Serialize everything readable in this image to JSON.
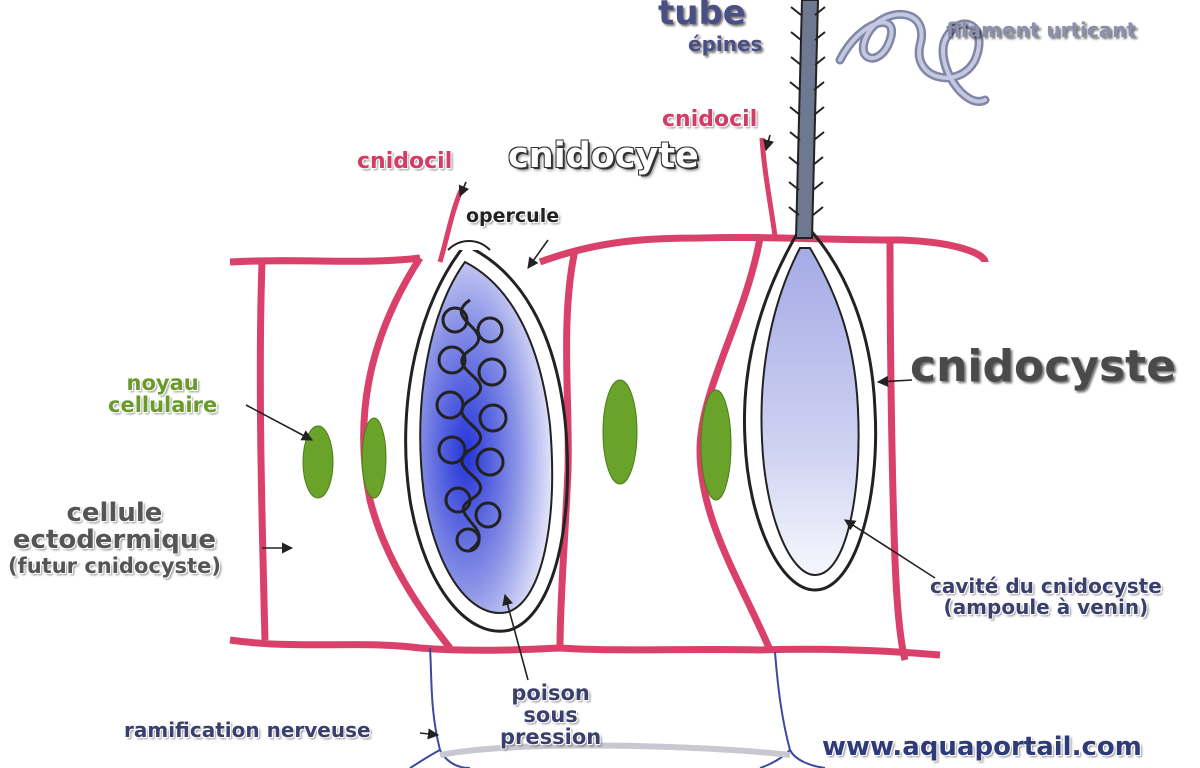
{
  "labels": {
    "tube": "tube",
    "epines": "épines",
    "filament": "filament urticant",
    "cnidocil_right": "cnidocil",
    "cnidocil_left": "cnidocil",
    "cnidocyte": "cnidocyte",
    "opercule": "opercule",
    "cnidocyste": "cnidocyste",
    "noyau_line1": "noyau",
    "noyau_line2": "cellulaire",
    "cellule_line1": "cellule",
    "cellule_line2": "ectodermique",
    "cellule_line3": "(futur cnidocyste)",
    "cavite_line1": "cavité du cnidocyste",
    "cavite_line2": "(ampoule à venin)",
    "poison_line1": "poison",
    "poison_line2": "sous",
    "poison_line3": "pression",
    "ramification": "ramification nerveuse",
    "watermark": "www.aquaportail.com"
  },
  "colors": {
    "membrane": "#d9406a",
    "nucleus": "#6aa329",
    "capsule": "#3b4fd6",
    "label_dark": "#4a4a4a",
    "label_pink": "#d23c66",
    "label_green": "#6a9a2a",
    "label_navy": "#3b3f6e",
    "nerve": "#3b4aa0"
  }
}
